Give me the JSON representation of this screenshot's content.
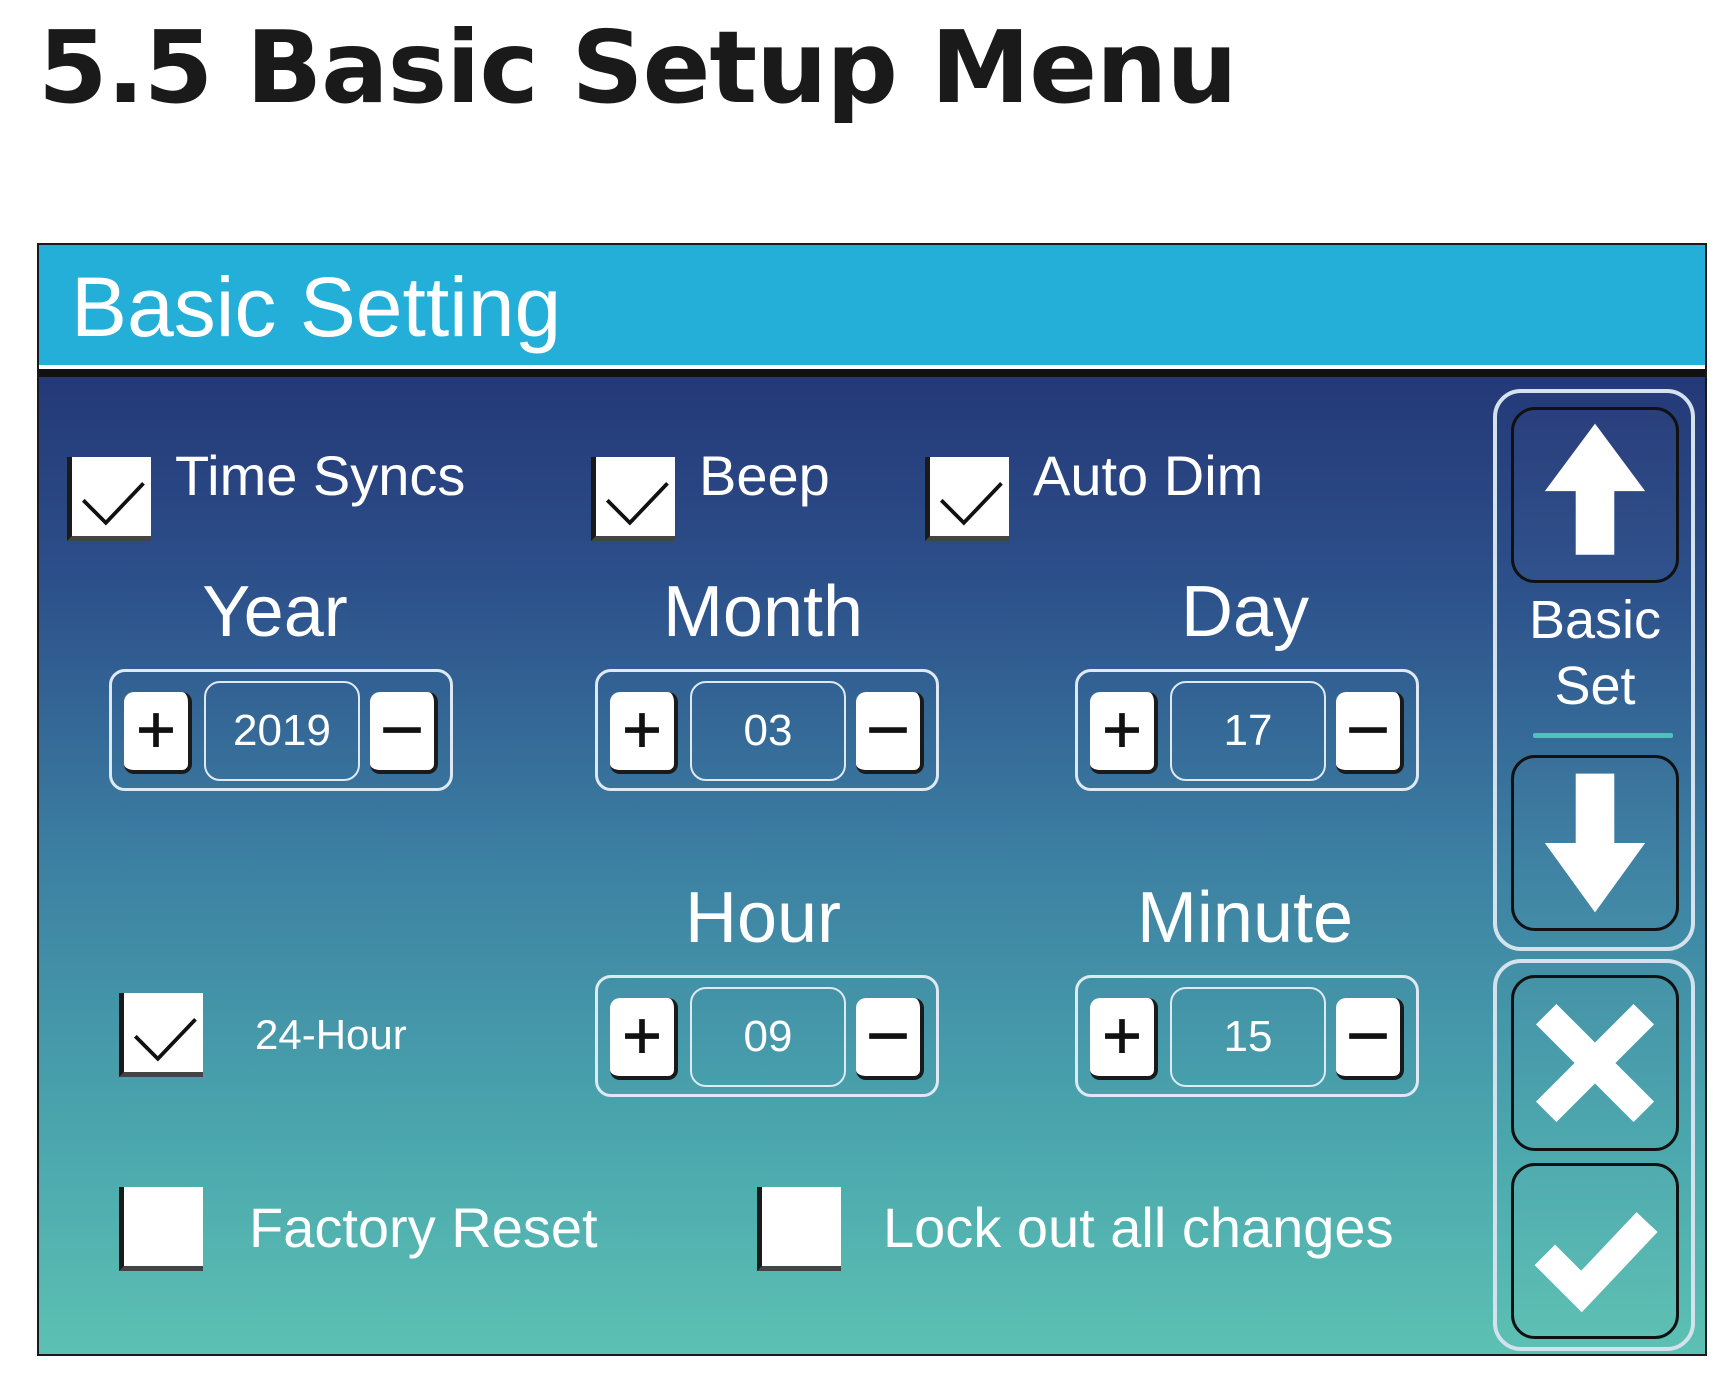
{
  "doc": {
    "heading": "5.5 Basic Setup Menu"
  },
  "screen": {
    "title": "Basic Setting",
    "options": {
      "time_syncs": {
        "label": "Time Syncs",
        "checked": true
      },
      "beep": {
        "label": "Beep",
        "checked": true
      },
      "auto_dim": {
        "label": "Auto Dim",
        "checked": true
      },
      "hour24": {
        "label": "24-Hour",
        "checked": true
      },
      "factory_reset": {
        "label": "Factory Reset",
        "checked": false
      },
      "lockout": {
        "label": "Lock out all changes",
        "checked": false
      }
    },
    "year": {
      "label": "Year",
      "value": "2019"
    },
    "month": {
      "label": "Month",
      "value": "03"
    },
    "day": {
      "label": "Day",
      "value": "17"
    },
    "hour": {
      "label": "Hour",
      "value": "09"
    },
    "minute": {
      "label": "Minute",
      "value": "15"
    },
    "side": {
      "page_label_line1": "Basic",
      "page_label_line2": "Set"
    },
    "icons": {
      "check": "check-icon",
      "plus": "plus-icon",
      "minus": "minus-icon",
      "up": "arrow-up-icon",
      "down": "arrow-down-icon",
      "cancel": "x-icon",
      "confirm": "checkmark-icon"
    },
    "colors": {
      "title_bar": "#23afd8",
      "gradient_top": "#1f2a6c",
      "gradient_bottom": "#5cc1b3"
    }
  }
}
